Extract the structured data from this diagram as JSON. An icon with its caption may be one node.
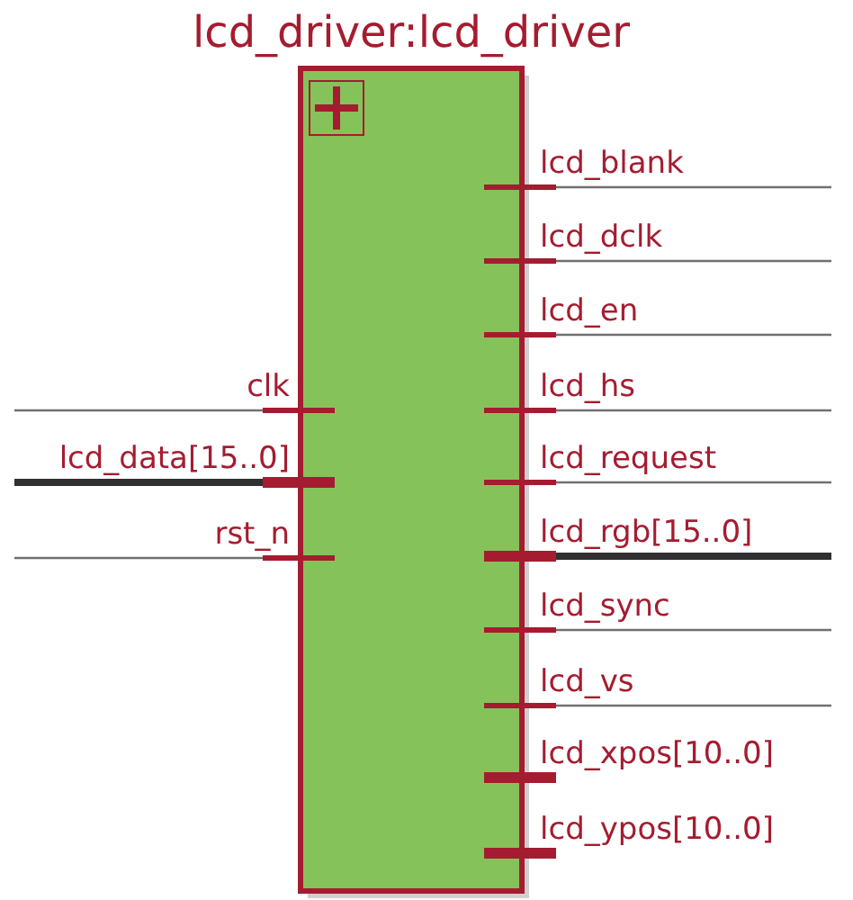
{
  "diagram": {
    "nodes": [
      {
        "text": [
          "lcd_driver:lcd_driver"
        ]
      }
    ],
    "labels": [
      "clk",
      "lcd_data[15..0]",
      "rst_n",
      "lcd_blank",
      "lcd_dclk",
      "lcd_en",
      "lcd_hs",
      "lcd_request",
      "lcd_rgb[15..0]",
      "lcd_sync",
      "lcd_vs",
      "lcd_xpos[10..0]",
      "lcd_ypos[10..0]"
    ]
  }
}
